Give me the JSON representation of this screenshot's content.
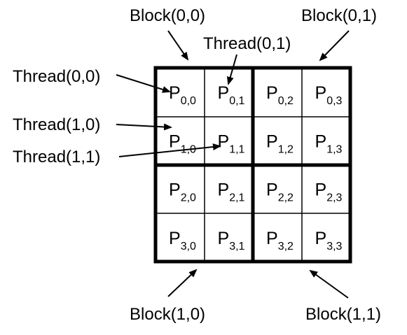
{
  "blocks": {
    "b00": "Block(0,0)",
    "b01": "Block(0,1)",
    "b10": "Block(1,0)",
    "b11": "Block(1,1)"
  },
  "threads": {
    "t00": "Thread(0,0)",
    "t01": "Thread(0,1)",
    "t10": "Thread(1,0)",
    "t11": "Thread(1,1)"
  },
  "matrix": {
    "symbol": "P",
    "rows": [
      [
        "0,0",
        "0,1",
        "0,2",
        "0,3"
      ],
      [
        "1,0",
        "1,1",
        "1,2",
        "1,3"
      ],
      [
        "2,0",
        "2,1",
        "2,2",
        "2,3"
      ],
      [
        "3,0",
        "3,1",
        "3,2",
        "3,3"
      ]
    ]
  }
}
